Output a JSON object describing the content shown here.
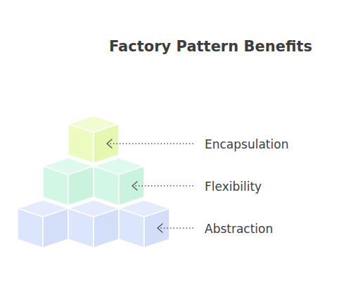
{
  "diagram": {
    "title": "Factory Pattern Benefits",
    "labels": [
      "Encapsulation",
      "Flexibility",
      "Abstraction"
    ]
  }
}
